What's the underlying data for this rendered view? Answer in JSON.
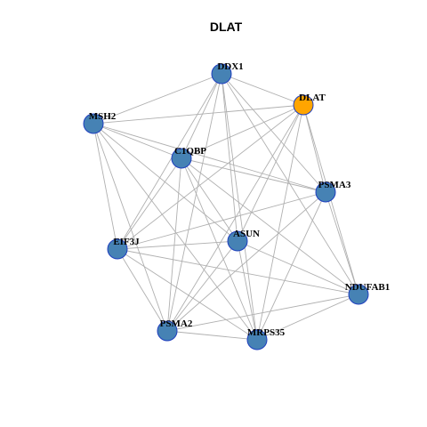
{
  "title": "DLAT",
  "colors": {
    "node_fill": "#4682B4",
    "node_stroke": "#1F3FBF",
    "query_fill": "#FFA500",
    "edge": "#B0B0B0"
  },
  "nodes": [
    {
      "id": "DDX1",
      "label": "DDX1",
      "query": false
    },
    {
      "id": "DLAT",
      "label": "DLAT",
      "query": true
    },
    {
      "id": "MSH2",
      "label": "MSH2",
      "query": false
    },
    {
      "id": "C1QBP",
      "label": "C1QBP",
      "query": false
    },
    {
      "id": "PSMA3",
      "label": "PSMA3",
      "query": false
    },
    {
      "id": "ASUN",
      "label": "ASUN",
      "query": false
    },
    {
      "id": "EIF3J",
      "label": "EIF3J",
      "query": false
    },
    {
      "id": "NDUFAB1",
      "label": "NDUFAB1",
      "query": false
    },
    {
      "id": "PSMA2",
      "label": "PSMA2",
      "query": false
    },
    {
      "id": "MRPS35",
      "label": "MRPS35",
      "query": false
    }
  ],
  "edges": [
    [
      "DDX1",
      "DLAT"
    ],
    [
      "DDX1",
      "MSH2"
    ],
    [
      "DDX1",
      "C1QBP"
    ],
    [
      "DDX1",
      "PSMA3"
    ],
    [
      "DDX1",
      "ASUN"
    ],
    [
      "DDX1",
      "EIF3J"
    ],
    [
      "DDX1",
      "NDUFAB1"
    ],
    [
      "DDX1",
      "PSMA2"
    ],
    [
      "DDX1",
      "MRPS35"
    ],
    [
      "DLAT",
      "MSH2"
    ],
    [
      "DLAT",
      "C1QBP"
    ],
    [
      "DLAT",
      "PSMA3"
    ],
    [
      "DLAT",
      "ASUN"
    ],
    [
      "DLAT",
      "EIF3J"
    ],
    [
      "DLAT",
      "NDUFAB1"
    ],
    [
      "DLAT",
      "PSMA2"
    ],
    [
      "DLAT",
      "MRPS35"
    ],
    [
      "MSH2",
      "C1QBP"
    ],
    [
      "MSH2",
      "PSMA3"
    ],
    [
      "MSH2",
      "ASUN"
    ],
    [
      "MSH2",
      "EIF3J"
    ],
    [
      "MSH2",
      "PSMA2"
    ],
    [
      "MSH2",
      "MRPS35"
    ],
    [
      "C1QBP",
      "PSMA3"
    ],
    [
      "C1QBP",
      "ASUN"
    ],
    [
      "C1QBP",
      "EIF3J"
    ],
    [
      "C1QBP",
      "NDUFAB1"
    ],
    [
      "C1QBP",
      "PSMA2"
    ],
    [
      "C1QBP",
      "MRPS35"
    ],
    [
      "PSMA3",
      "EIF3J"
    ],
    [
      "PSMA3",
      "NDUFAB1"
    ],
    [
      "PSMA3",
      "PSMA2"
    ],
    [
      "PSMA3",
      "MRPS35"
    ],
    [
      "ASUN",
      "EIF3J"
    ],
    [
      "ASUN",
      "NDUFAB1"
    ],
    [
      "ASUN",
      "PSMA2"
    ],
    [
      "ASUN",
      "MRPS35"
    ],
    [
      "EIF3J",
      "NDUFAB1"
    ],
    [
      "EIF3J",
      "PSMA2"
    ],
    [
      "EIF3J",
      "MRPS35"
    ],
    [
      "NDUFAB1",
      "PSMA2"
    ],
    [
      "NDUFAB1",
      "MRPS35"
    ],
    [
      "PSMA2",
      "MRPS35"
    ]
  ]
}
